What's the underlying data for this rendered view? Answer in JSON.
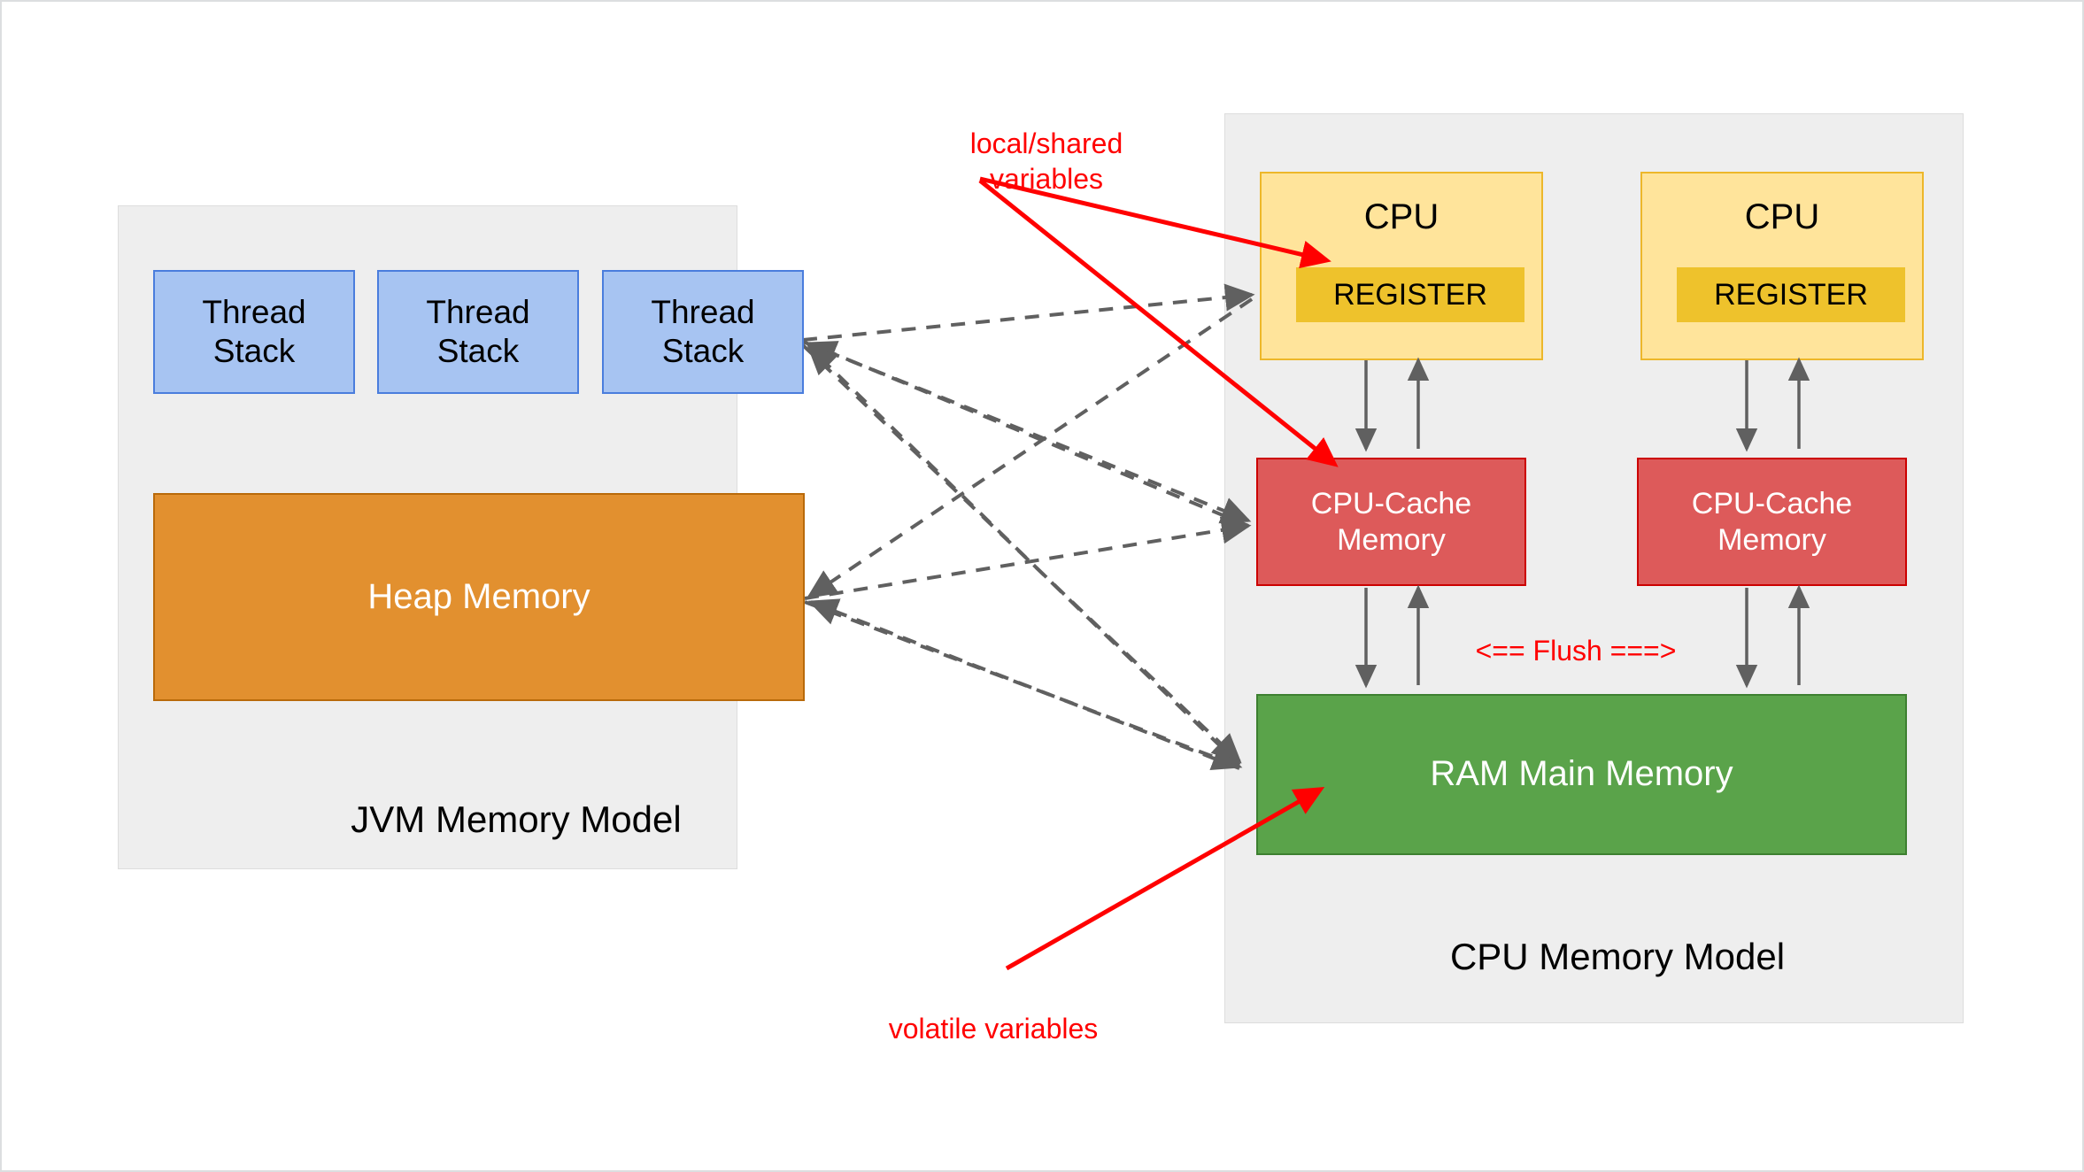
{
  "diagram": {
    "title_jvm": "JVM Memory Model",
    "title_cpu": "CPU Memory Model",
    "jvm": {
      "thread_stacks": [
        {
          "label": "Thread\nStack"
        },
        {
          "label": "Thread\nStack"
        },
        {
          "label": "Thread\nStack"
        }
      ],
      "heap": {
        "label": "Heap Memory"
      }
    },
    "cpu": {
      "cores": [
        {
          "label": "CPU",
          "register": "REGISTER",
          "cache": "CPU-Cache\nMemory"
        },
        {
          "label": "CPU",
          "register": "REGISTER",
          "cache": "CPU-Cache\nMemory"
        }
      ],
      "ram": {
        "label": "RAM Main Memory"
      },
      "flush": "<== Flush ===>"
    },
    "annotations": {
      "local_shared": "local/shared\nvariables",
      "volatile": "volatile variables"
    },
    "colors": {
      "group_bg": "#eeeeee",
      "thread_stack_fill": "#a7c4f2",
      "thread_stack_stroke": "#4a7ddd",
      "heap_fill": "#e2902f",
      "heap_stroke": "#b96a0a",
      "cpu_fill": "#ffe49b",
      "cpu_stroke": "#edb72a",
      "register_fill": "#eec22c",
      "cache_fill": "#dd5a5a",
      "cache_stroke": "#cc0000",
      "ram_fill": "#5aa34a",
      "ram_stroke": "#3d8030",
      "annotation_red": "#ff0000",
      "connector_gray": "#606060"
    }
  }
}
